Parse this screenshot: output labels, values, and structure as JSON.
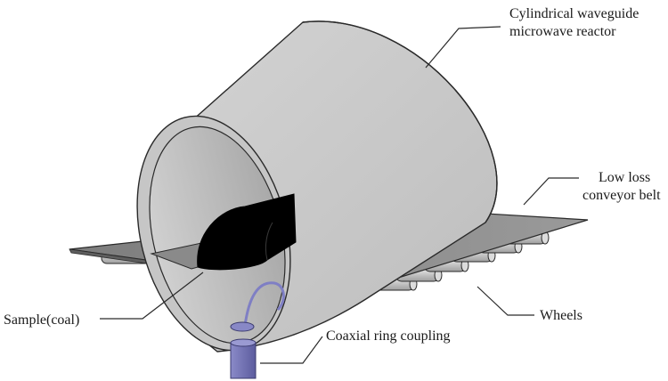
{
  "labels": {
    "reactor": {
      "line1": "Cylindrical waveguide",
      "line2": "microwave reactor"
    },
    "belt": {
      "line1": "Low loss",
      "line2": "conveyor belt"
    },
    "wheels": "Wheels",
    "sample": "Sample(coal)",
    "coupling": "Coaxial ring coupling"
  },
  "colors": {
    "cylinder_outer": "#c8c8c8",
    "cylinder_inner": "#b9b9b9",
    "belt": "#8c8c8c",
    "sample": "#000000",
    "coupling": "#7a7ab8",
    "outline": "#2a2a2a"
  }
}
